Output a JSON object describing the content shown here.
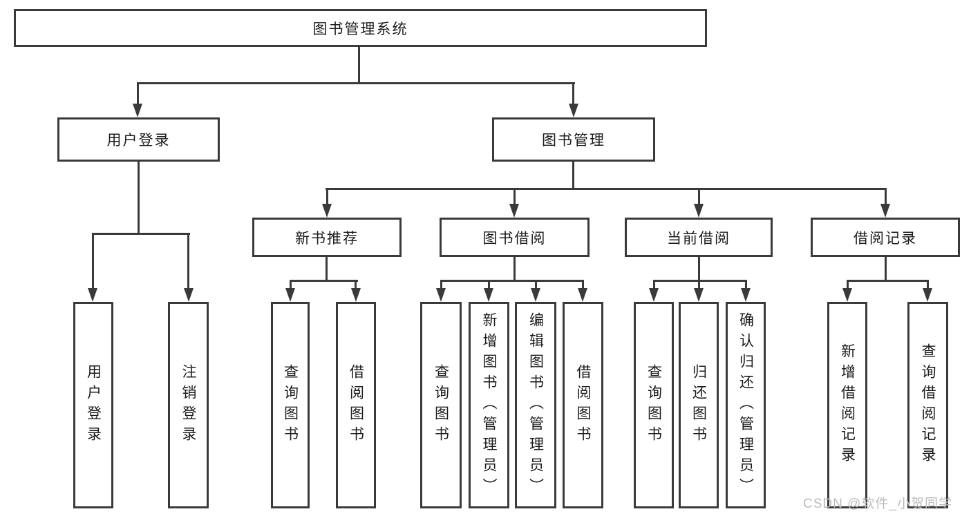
{
  "colors": {
    "line": "#3a3a3a",
    "text": "#1c1c1c",
    "background": "#ffffff",
    "watermark": "#bcbcbc"
  },
  "watermark": {
    "text": "CSDN @软件_小贺同学"
  },
  "tree": {
    "root": {
      "label": "图书管理系统"
    },
    "branches": [
      {
        "label": "用户登录",
        "children": [
          {
            "label": "用户登录"
          },
          {
            "label": "注销登录"
          }
        ]
      },
      {
        "label": "图书管理",
        "children": [
          {
            "label": "新书推荐",
            "children": [
              {
                "label": "查询图书"
              },
              {
                "label": "借阅图书"
              }
            ]
          },
          {
            "label": "图书借阅",
            "children": [
              {
                "label": "查询图书"
              },
              {
                "label": "新增图书（管理员）"
              },
              {
                "label": "编辑图书（管理员）"
              },
              {
                "label": "借阅图书"
              }
            ]
          },
          {
            "label": "当前借阅",
            "children": [
              {
                "label": "查询图书"
              },
              {
                "label": "归还图书"
              },
              {
                "label": "确认归还（管理员）"
              }
            ]
          },
          {
            "label": "借阅记录",
            "children": [
              {
                "label": "新增借阅记录"
              },
              {
                "label": "查询借阅记录"
              }
            ]
          }
        ]
      }
    ]
  }
}
